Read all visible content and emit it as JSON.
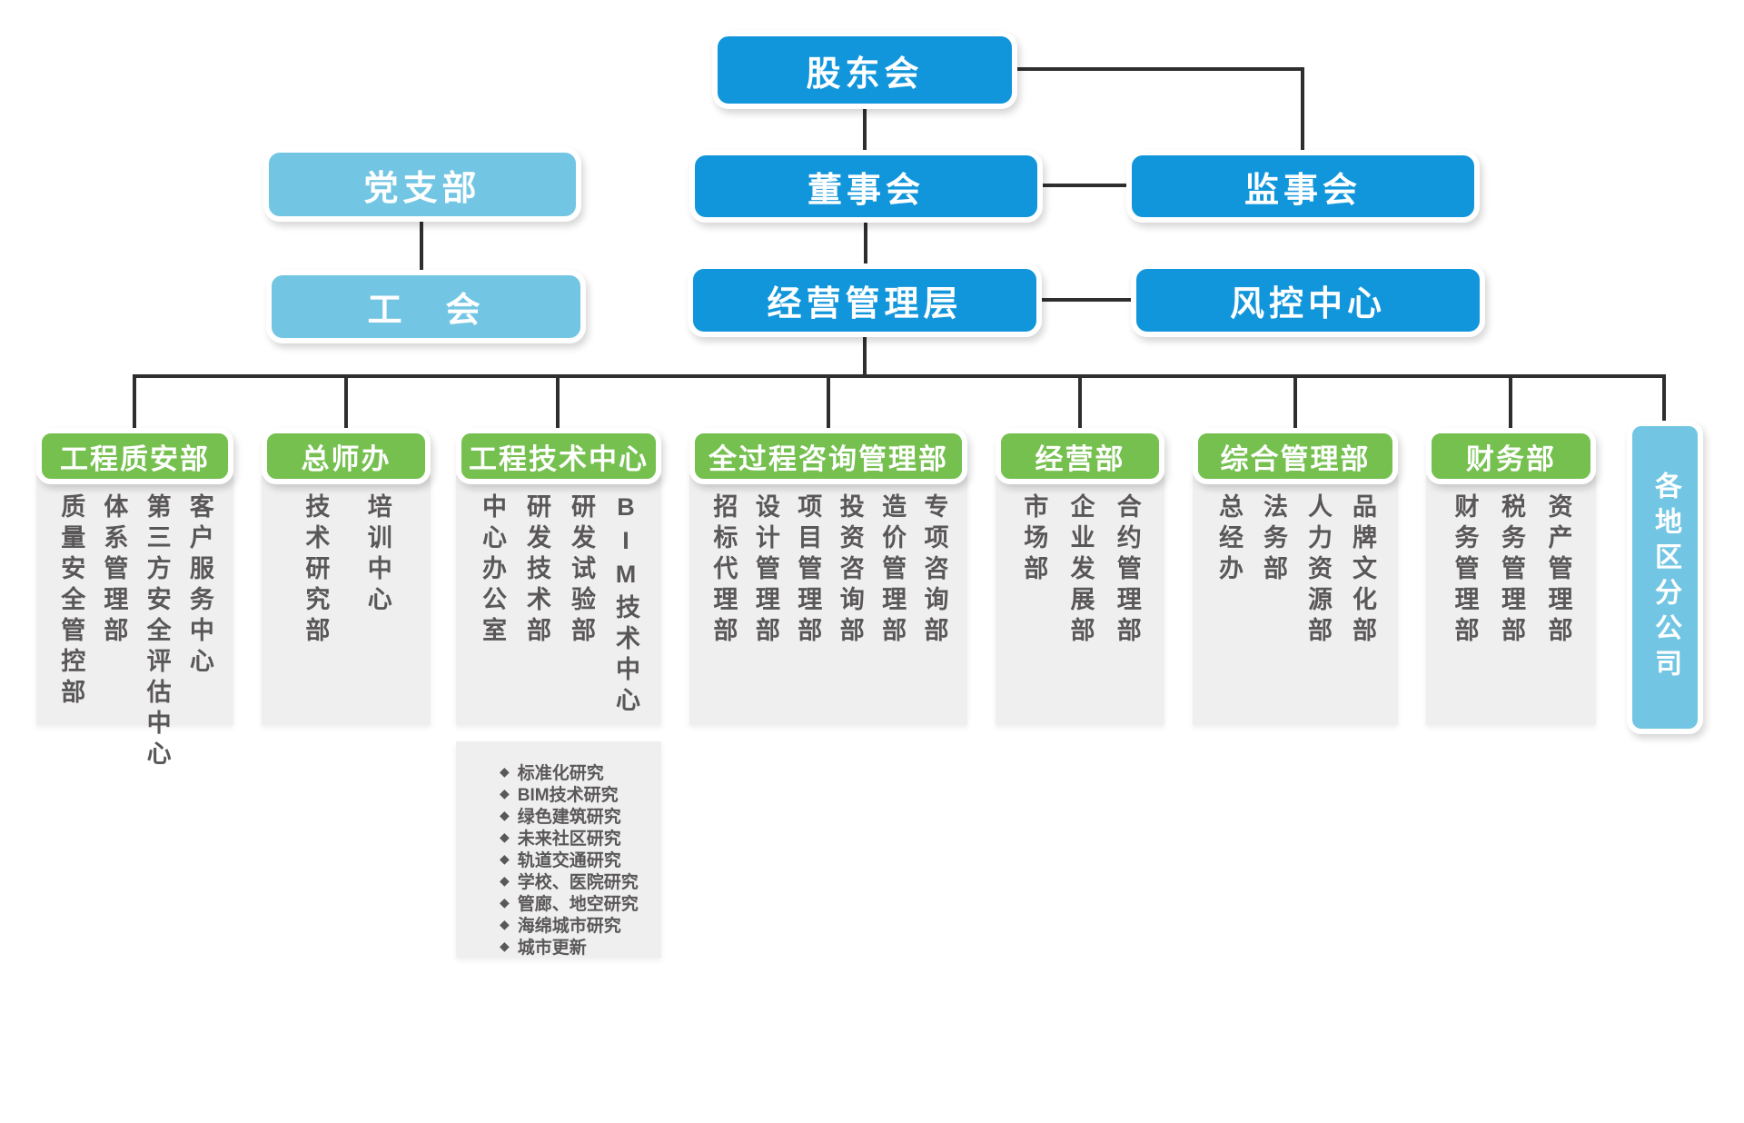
{
  "top": {
    "shareholders": "股东会",
    "party_branch": "党支部",
    "board": "董事会",
    "supervisors": "监事会",
    "union": "工　会",
    "management": "经营管理层",
    "risk_center": "风控中心"
  },
  "departments": [
    {
      "name": "工程质安部",
      "subs": [
        "质量安全管控部",
        "体系管理部",
        "第三方安全评估中心",
        "客户服务中心"
      ]
    },
    {
      "name": "总师办",
      "subs": [
        "技术研究部",
        "培训中心"
      ]
    },
    {
      "name": "工程技术中心",
      "subs": [
        "中心办公室",
        "研发技术部",
        "研发试验部",
        "BIM技术中心"
      ],
      "research": [
        "标准化研究",
        "BIM技术研究",
        "绿色建筑研究",
        "未来社区研究",
        "轨道交通研究",
        "学校、医院研究",
        "管廊、地空研究",
        "海绵城市研究",
        "城市更新"
      ]
    },
    {
      "name": "全过程咨询管理部",
      "subs": [
        "招标代理部",
        "设计管理部",
        "项目管理部",
        "投资咨询部",
        "造价管理部",
        "专项咨询部"
      ]
    },
    {
      "name": "经营部",
      "subs": [
        "市场部",
        "企业发展部",
        "合约管理部"
      ]
    },
    {
      "name": "综合管理部",
      "subs": [
        "总经办",
        "法务部",
        "人力资源部",
        "品牌文化部"
      ]
    },
    {
      "name": "财务部",
      "subs": [
        "财务管理部",
        "税务管理部",
        "资产管理部"
      ]
    }
  ],
  "branches": "各地区分公司",
  "icons": {
    "bullet": "diamond-bullet-icon",
    "bullet_glyph": "◆"
  },
  "colors": {
    "primary_blue": "#1296db",
    "light_blue": "#73c6e3",
    "green": "#75c04f",
    "panel_gray": "#f0efef",
    "text_gray": "#595757",
    "line": "#2e2e2e"
  }
}
